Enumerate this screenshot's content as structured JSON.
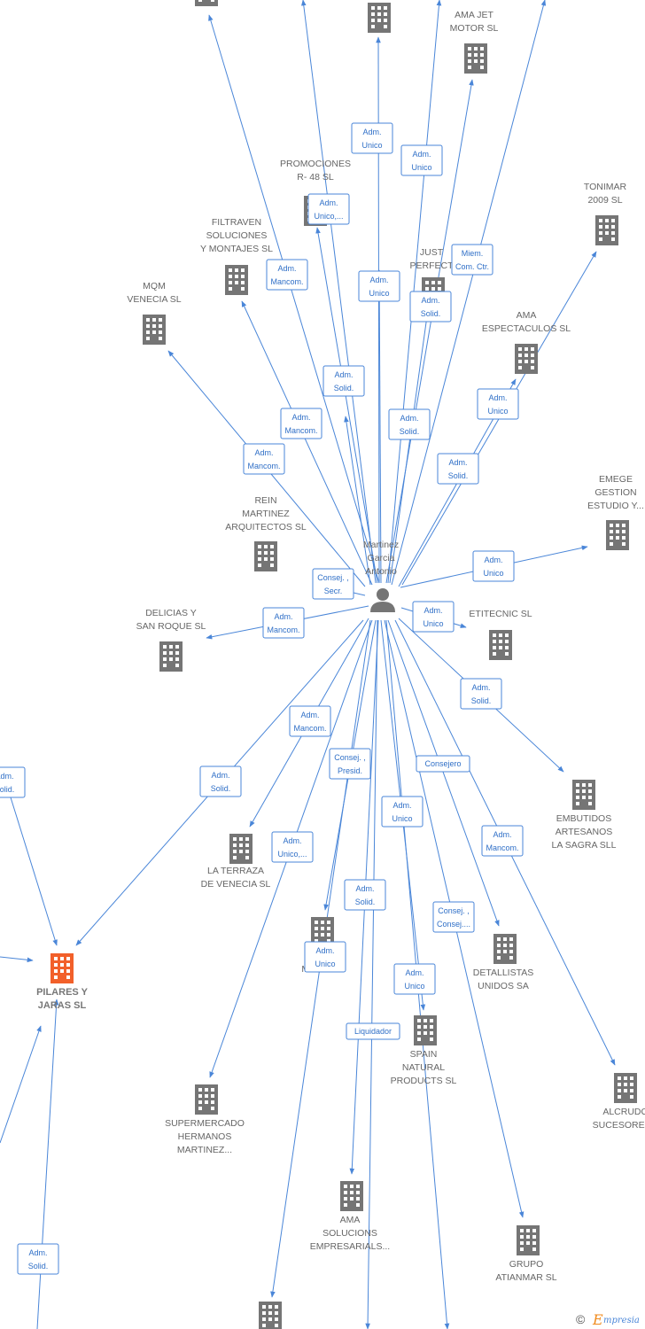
{
  "center": {
    "name_lines": [
      "Martinez",
      "Garcia",
      "Antonio"
    ],
    "icon": "person-icon"
  },
  "companies": [
    {
      "id": "top-left",
      "lines": []
    },
    {
      "id": "top-center",
      "lines": []
    },
    {
      "id": "ama-jet",
      "lines": [
        "AMA JET",
        "MOTOR  SL"
      ]
    },
    {
      "id": "promociones",
      "lines": [
        "PROMOCIONES",
        "R- 48  SL"
      ]
    },
    {
      "id": "tonimar",
      "lines": [
        "TONIMAR",
        "2009 SL"
      ]
    },
    {
      "id": "filtraven",
      "lines": [
        "FILTRAVEN",
        "SOLUCIONES",
        "Y MONTAJES SL"
      ]
    },
    {
      "id": "just-perfect",
      "lines": [
        "JUST",
        "PERFECT"
      ]
    },
    {
      "id": "mqm",
      "lines": [
        "MQM",
        "VENECIA  SL"
      ]
    },
    {
      "id": "ama-espectaculos",
      "lines": [
        "AMA",
        "ESPECTACULOS SL"
      ]
    },
    {
      "id": "emege",
      "lines": [
        "EMEGE",
        "GESTION",
        "ESTUDIO Y..."
      ]
    },
    {
      "id": "rein",
      "lines": [
        "REIN",
        "MARTINEZ",
        "ARQUITECTOS SL"
      ]
    },
    {
      "id": "delicias",
      "lines": [
        "DELICIAS Y",
        "SAN ROQUE  SL"
      ]
    },
    {
      "id": "etitecnic",
      "lines": [
        "ETITECNIC  SL"
      ]
    },
    {
      "id": "embutidos",
      "lines": [
        "EMBUTIDOS",
        "ARTESANOS",
        "LA SAGRA SLL"
      ]
    },
    {
      "id": "la-terraza",
      "lines": [
        "LA TERRAZA",
        "DE VENECIA  SL"
      ]
    },
    {
      "id": "pilares",
      "lines": [
        "PILARES Y",
        "JARAS  SL"
      ],
      "highlight": true
    },
    {
      "id": "tacos",
      "lines": [
        "TACOS",
        "MARI SA"
      ]
    },
    {
      "id": "detallistas",
      "lines": [
        "DETALLISTAS",
        "UNIDOS SA"
      ]
    },
    {
      "id": "spain-natural",
      "lines": [
        "SPAIN",
        "NATURAL",
        "PRODUCTS  SL"
      ]
    },
    {
      "id": "alcrudo",
      "lines": [
        "ALCRUDO",
        "SUCESORES..."
      ]
    },
    {
      "id": "supermercado",
      "lines": [
        "SUPERMERCADO",
        "HERMANOS",
        "MARTINEZ..."
      ]
    },
    {
      "id": "ama-soluciones",
      "lines": [
        "AMA",
        "SOLUCIONS",
        "EMPRESARIALS..."
      ]
    },
    {
      "id": "grupo-atianmar",
      "lines": [
        "GRUPO",
        "ATIANMAR SL"
      ]
    },
    {
      "id": "bottom",
      "lines": []
    }
  ],
  "edges": [
    {
      "target": "top-left",
      "label": [
        "",
        ""
      ]
    },
    {
      "target": "top-center",
      "label": [
        "Adm.",
        "Unico"
      ]
    },
    {
      "target": "ama-jet",
      "label": [
        "Adm.",
        "Unico"
      ]
    },
    {
      "target": "promociones",
      "label": [
        "Adm.",
        "Unico,..."
      ]
    },
    {
      "target": "filtraven",
      "label": [
        "Adm.",
        "Mancom."
      ]
    },
    {
      "target": "just-perfect",
      "label": [
        "Adm.",
        "Unico"
      ]
    },
    {
      "target": "just-perfect-2",
      "label": [
        "Adm.",
        "Solid."
      ]
    },
    {
      "target": "offtop-right",
      "label": [
        "Miem.",
        "Com. Ctr."
      ]
    },
    {
      "target": "offtop-1",
      "label": [
        "Adm.",
        "Solid."
      ]
    },
    {
      "target": "top-center-2",
      "label": [
        "Adm.",
        "Mancom."
      ]
    },
    {
      "target": "offtop-2",
      "label": [
        "Adm.",
        "Solid."
      ]
    },
    {
      "target": "mqm",
      "label": [
        "Adm.",
        "Mancom."
      ]
    },
    {
      "target": "ama-espectaculos",
      "label": [
        "Adm.",
        "Unico"
      ]
    },
    {
      "target": "tonimar",
      "label": [
        "Adm.",
        "Solid."
      ]
    },
    {
      "target": "emege",
      "label": [
        "Adm.",
        "Unico"
      ]
    },
    {
      "target": "rein",
      "label": [
        "Consej. ,",
        "Secr."
      ]
    },
    {
      "target": "delicias",
      "label": [
        "Adm.",
        "Mancom."
      ]
    },
    {
      "target": "etitecnic",
      "label": [
        "Adm.",
        "Unico"
      ]
    },
    {
      "target": "embutidos",
      "label": [
        "Adm.",
        "Solid."
      ]
    },
    {
      "target": "la-terraza",
      "label": [
        "Adm.",
        "Mancom."
      ]
    },
    {
      "target": "pilares",
      "label": [
        "Adm.",
        "Solid."
      ]
    },
    {
      "target": "tacos",
      "label": [
        "Consej. ,",
        "Presid."
      ]
    },
    {
      "target": "detallistas",
      "label": [
        "Consejero"
      ]
    },
    {
      "target": "spain-natural",
      "label": [
        "Adm.",
        "Unico"
      ]
    },
    {
      "target": "alcrudo",
      "label": [
        "Adm.",
        "Mancom."
      ]
    },
    {
      "target": "supermercado",
      "label": [
        "Adm.",
        "Unico,..."
      ]
    },
    {
      "target": "ama-soluciones",
      "label": [
        "Adm.",
        "Solid."
      ]
    },
    {
      "target": "tacos-2",
      "label": [
        "Adm.",
        "Unico"
      ]
    },
    {
      "target": "grupo-atianmar",
      "label": [
        "Consej. ,",
        "Consej...."
      ]
    },
    {
      "target": "spain-natural-2",
      "label": [
        "Adm.",
        "Unico"
      ]
    },
    {
      "target": "bottom",
      "label": [
        "Liquidador"
      ]
    },
    {
      "target": "pilares-left-1",
      "label": [
        "Adm.",
        "Solid."
      ]
    },
    {
      "target": "pilares-left-2",
      "label": [
        "Adm.",
        "Solid."
      ]
    }
  ],
  "watermark": {
    "copyright": "©",
    "brand_initial": "E",
    "brand_rest": "mpresia"
  }
}
